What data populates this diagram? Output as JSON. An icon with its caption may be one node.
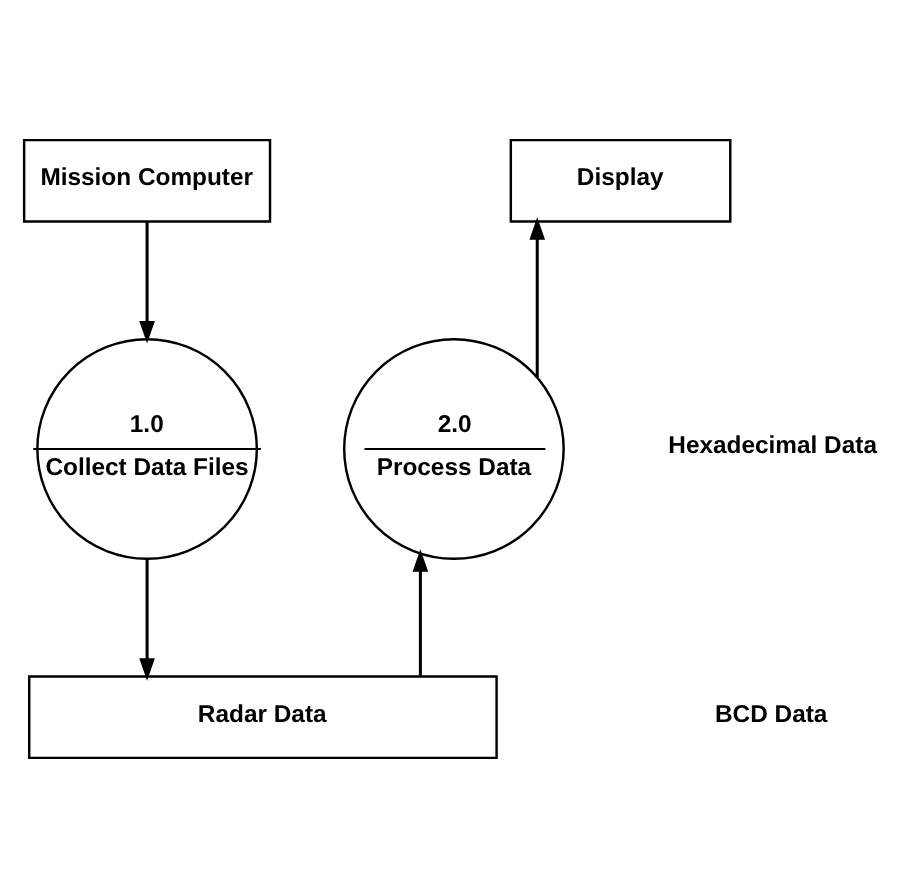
{
  "diagram": {
    "nodes": [
      {
        "text": [
          "Mission Computer"
        ]
      },
      {
        "text": [
          "Display"
        ]
      },
      {
        "text": [
          "1.0",
          "Collect Data Files"
        ]
      },
      {
        "text": [
          "2.0",
          "Process Data"
        ]
      },
      {
        "text": [
          "Radar Data"
        ]
      }
    ],
    "edges": [
      {
        "from": 0,
        "to": 2,
        "arrow": "to"
      },
      {
        "from": 2,
        "to": 4,
        "arrow": "to"
      },
      {
        "from": 4,
        "to": 3,
        "arrow": "to"
      },
      {
        "from": 3,
        "to": 1,
        "arrow": "to"
      }
    ],
    "labels": [
      "Hexadecimal Data",
      "BCD Data"
    ]
  }
}
